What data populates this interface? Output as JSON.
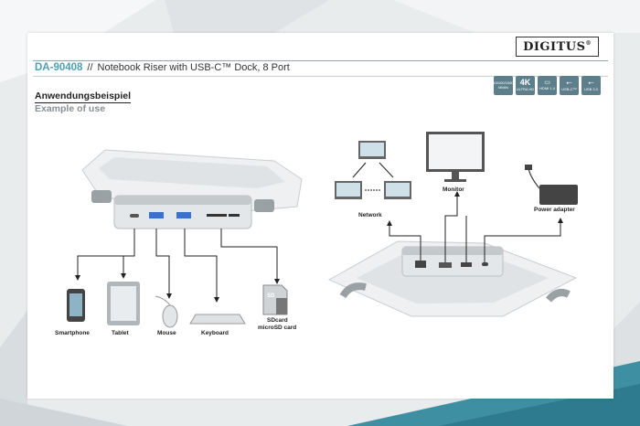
{
  "brand": {
    "name": "DIGITUS",
    "mark": "®"
  },
  "product": {
    "code": "DA-90408",
    "separator": "//",
    "name": "Notebook Riser with USB-C™ Dock, 8 Port"
  },
  "section": {
    "heading_de": "Anwendungsbeispiel",
    "heading_en": "Example of use"
  },
  "badges": [
    {
      "top": "",
      "main": "10/100/1000",
      "sub": "Mbit/s"
    },
    {
      "top": "",
      "main": "4K",
      "sub": "ULTRA HD"
    },
    {
      "top": "",
      "main": "HDMI",
      "sub": "HDMI 1.4"
    },
    {
      "top": "",
      "main": "USB",
      "sub": "USB-C™"
    },
    {
      "top": "",
      "main": "USB",
      "sub": "USB 3.0"
    }
  ],
  "left_devices": {
    "smartphone": "Smartphone",
    "tablet": "Tablet",
    "mouse": "Mouse",
    "keyboard": "Keyboard",
    "sdcard_line1": "SDcard",
    "sdcard_line2": "microSD card",
    "sd_icon_text": "SD"
  },
  "right_devices": {
    "network": "Network",
    "monitor": "Monitor",
    "power": "Power adapter"
  },
  "colors": {
    "accent": "#4aa0b4",
    "badge": "#5d7f8c",
    "teal_band": "#3f8fa3"
  }
}
